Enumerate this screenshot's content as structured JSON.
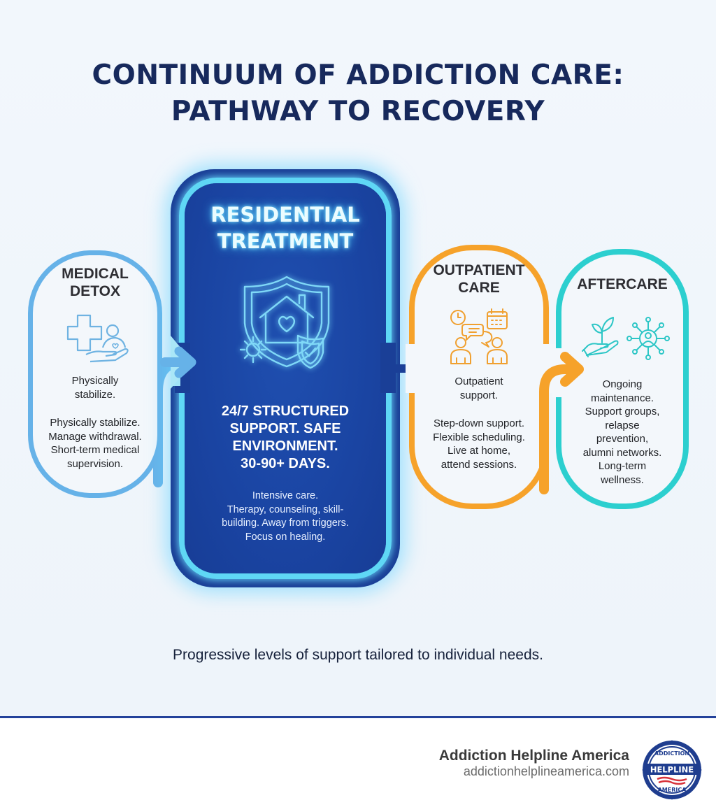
{
  "title": {
    "line1": "CONTINUUM OF ADDICTION CARE:",
    "line2": "PATHWAY TO RECOVERY"
  },
  "colors": {
    "title": "#17295c",
    "detox": "#66b2e8",
    "residential": "#1a3f97",
    "residential_glow": "#5fd7f5",
    "outpatient": "#f6a22a",
    "aftercare": "#2ccfcf",
    "footer_rule": "#23419a"
  },
  "stages": [
    {
      "id": "medical-detox",
      "title_line1": "MEDICAL",
      "title_line2": "DETOX",
      "icon": "medical-cross-hand-heart-icon",
      "summary_line1": "Physically",
      "summary_line2": "stabilize.",
      "details": [
        "Physically stabilize.",
        "Manage withdrawal.",
        "Short-term medical",
        "supervision."
      ]
    },
    {
      "id": "residential-treatment",
      "title_line1": "RESIDENTIAL",
      "title_line2": "TREATMENT",
      "icon": "shield-house-heart-gear-icon",
      "headline": [
        "24/7 STRUCTURED",
        "SUPPORT. SAFE",
        "ENVIRONMENT.",
        "30-90+ DAYS."
      ],
      "details": [
        "Intensive care.",
        "Therapy, counseling, skill-",
        "building. Away from triggers.",
        "Focus on healing."
      ]
    },
    {
      "id": "outpatient-care",
      "title_line1": "OUTPATIENT",
      "title_line2": "CARE",
      "icon": "clock-calendar-chat-people-icon",
      "summary_line1": "Outpatient",
      "summary_line2": "support.",
      "details": [
        "Step-down support.",
        "Flexible scheduling.",
        "Live at home,",
        "attend sessions."
      ]
    },
    {
      "id": "aftercare",
      "title_line1": "AFTERCARE",
      "icon": "hand-plant-network-icon",
      "details": [
        "Ongoing",
        "maintenance.",
        "Support groups,",
        "relapse",
        "prevention,",
        "alumni networks.",
        "Long-term",
        "wellness."
      ]
    }
  ],
  "tagline": "Progressive levels of support tailored to individual needs.",
  "footer": {
    "brand_name": "Addiction Helpline America",
    "brand_url": "addictionhelplineamerica.com",
    "logo": {
      "top_text": "ADDICTION",
      "banner_text": "HELPLINE",
      "bottom_text": "AMERICA"
    }
  }
}
